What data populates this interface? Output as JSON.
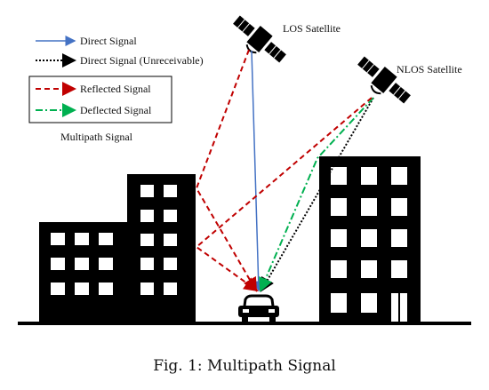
{
  "legend": {
    "items": [
      {
        "label": "Direct Signal",
        "color": "#4472c4",
        "style": "solid"
      },
      {
        "label": "Direct Signal (Unreceivable)",
        "color": "#000000",
        "style": "dotted"
      },
      {
        "label": "Reflected Signal",
        "color": "#c00000",
        "style": "dashed"
      },
      {
        "label": "Deflected Signal",
        "color": "#00b050",
        "style": "dashdot"
      }
    ],
    "group_label": "Multipath Signal"
  },
  "satellites": {
    "los_label": "LOS Satellite",
    "nlos_label": "NLOS Satellite"
  },
  "caption": "Fig. 1: Multipath Signal"
}
